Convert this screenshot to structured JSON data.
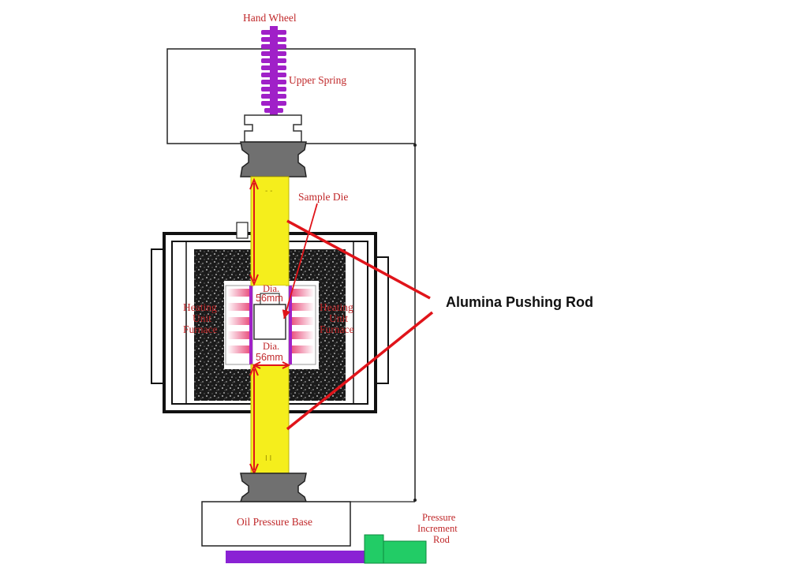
{
  "labels": {
    "hand_wheel": "Hand Wheel",
    "upper_spring": "Upper Spring",
    "sample_die": "Sample Die",
    "alumina_rod": "Alumina Pushing Rod",
    "heating_left": [
      "Heating",
      "Unit",
      "Furnace"
    ],
    "heating_right": [
      "Heating",
      "Unit",
      "Furnace"
    ],
    "dia_top": [
      "Dia.",
      "56mm"
    ],
    "dia_bottom": [
      "Dia.",
      "56mm"
    ],
    "oil_base": "Oil Pressure Base",
    "pressure_rod": [
      "Pressure",
      "Increment",
      "Rod"
    ]
  },
  "colors": {
    "label_red": "#c0282a",
    "rod_yellow": "#f5ee1c",
    "spring_purple": "#a020c8",
    "base_purple": "#8a22d4",
    "green": "#22cc66",
    "pointer_red": "#e0141a",
    "heater_pink": "#e84a7a"
  }
}
